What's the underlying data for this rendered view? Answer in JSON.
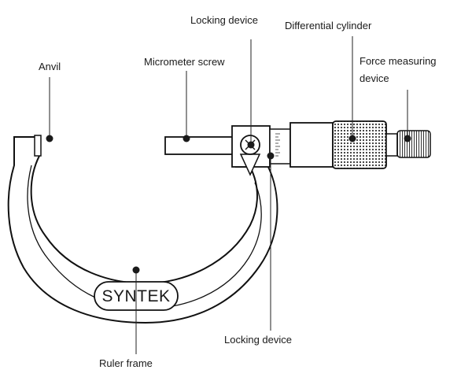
{
  "labels": {
    "anvil": "Anvil",
    "micrometer_screw": "Micrometer screw",
    "locking_device_top": "Locking device",
    "differential_cylinder": "Differential cylinder",
    "force_measuring_line1": "Force measuring",
    "force_measuring_line2": "device",
    "locking_device_bottom": "Locking device",
    "ruler_frame": "Ruler frame"
  },
  "brand": "SYNTEK"
}
